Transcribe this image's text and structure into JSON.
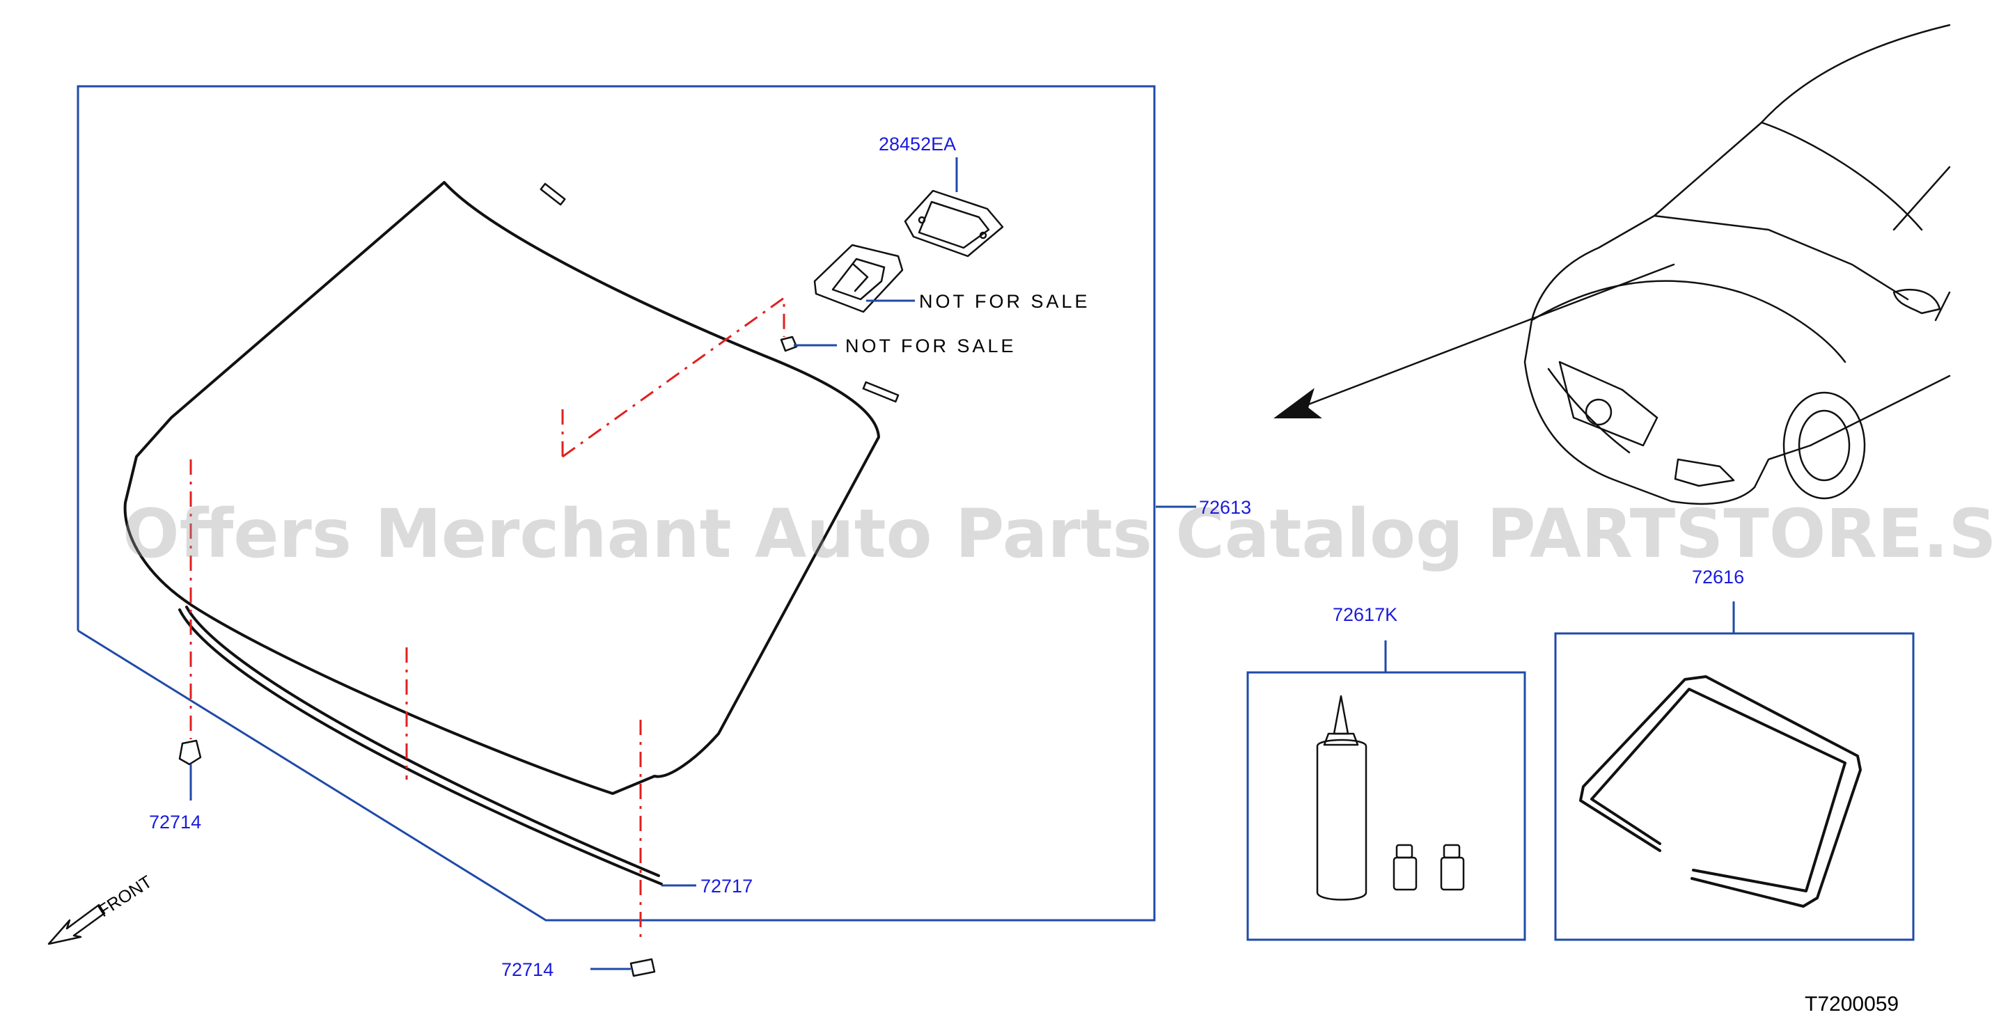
{
  "parts": {
    "p28452ea": "28452EA",
    "p72613": "72613",
    "p72617k": "72617K",
    "p72616": "72616",
    "p72714_upper": "72714",
    "p72714_lower": "72714",
    "p72717": "72717"
  },
  "notes": {
    "not_for_sale_1": "NOT FOR SALE",
    "not_for_sale_2": "NOT FOR SALE"
  },
  "direction": {
    "front": "FRONT"
  },
  "diagram_code": "T7200059",
  "watermark": "Offers Merchant Auto Parts Catalog PARTSTORE.SA",
  "colors": {
    "callout_text": "#1a1adf",
    "callout_line": "#1f4aa8",
    "centerline": "#e02020",
    "ink": "#111111"
  }
}
